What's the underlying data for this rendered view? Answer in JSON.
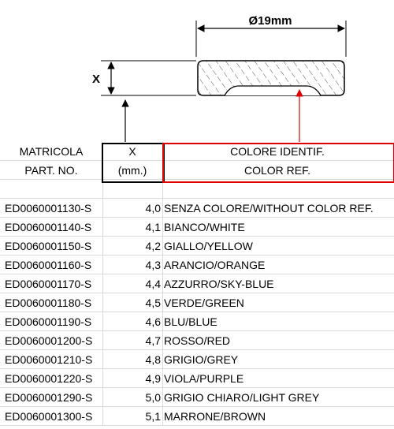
{
  "drawing": {
    "diameter_label": "Ø19mm",
    "x_label": "X"
  },
  "header": {
    "col1_line1": "MATRICOLA",
    "col1_line2": "PART. NO.",
    "col2_line1": "X",
    "col2_line2": "(mm.)",
    "col3_line1": "COLORE IDENTIF.",
    "col3_line2": "COLOR REF."
  },
  "colors": {
    "highlight_red": "#e00000",
    "grid": "#d9d9d9"
  },
  "rows": [
    {
      "part": "ED0060001130-S",
      "x": "4,0",
      "color": "SENZA COLORE/WITHOUT COLOR REF."
    },
    {
      "part": "ED0060001140-S",
      "x": "4,1",
      "color": "BIANCO/WHITE"
    },
    {
      "part": "ED0060001150-S",
      "x": "4,2",
      "color": "GIALLO/YELLOW"
    },
    {
      "part": "ED0060001160-S",
      "x": "4,3",
      "color": "ARANCIO/ORANGE"
    },
    {
      "part": "ED0060001170-S",
      "x": "4,4",
      "color": "AZZURRO/SKY-BLUE"
    },
    {
      "part": "ED0060001180-S",
      "x": "4,5",
      "color": "VERDE/GREEN"
    },
    {
      "part": "ED0060001190-S",
      "x": "4,6",
      "color": "BLU/BLUE"
    },
    {
      "part": "ED0060001200-S",
      "x": "4,7",
      "color": "ROSSO/RED"
    },
    {
      "part": "ED0060001210-S",
      "x": "4,8",
      "color": "GRIGIO/GREY"
    },
    {
      "part": "ED0060001220-S",
      "x": "4,9",
      "color": "VIOLA/PURPLE"
    },
    {
      "part": "ED0060001290-S",
      "x": "5,0",
      "color": "GRIGIO CHIARO/LIGHT GREY"
    },
    {
      "part": "ED0060001300-S",
      "x": "5,1",
      "color": "MARRONE/BROWN"
    }
  ]
}
